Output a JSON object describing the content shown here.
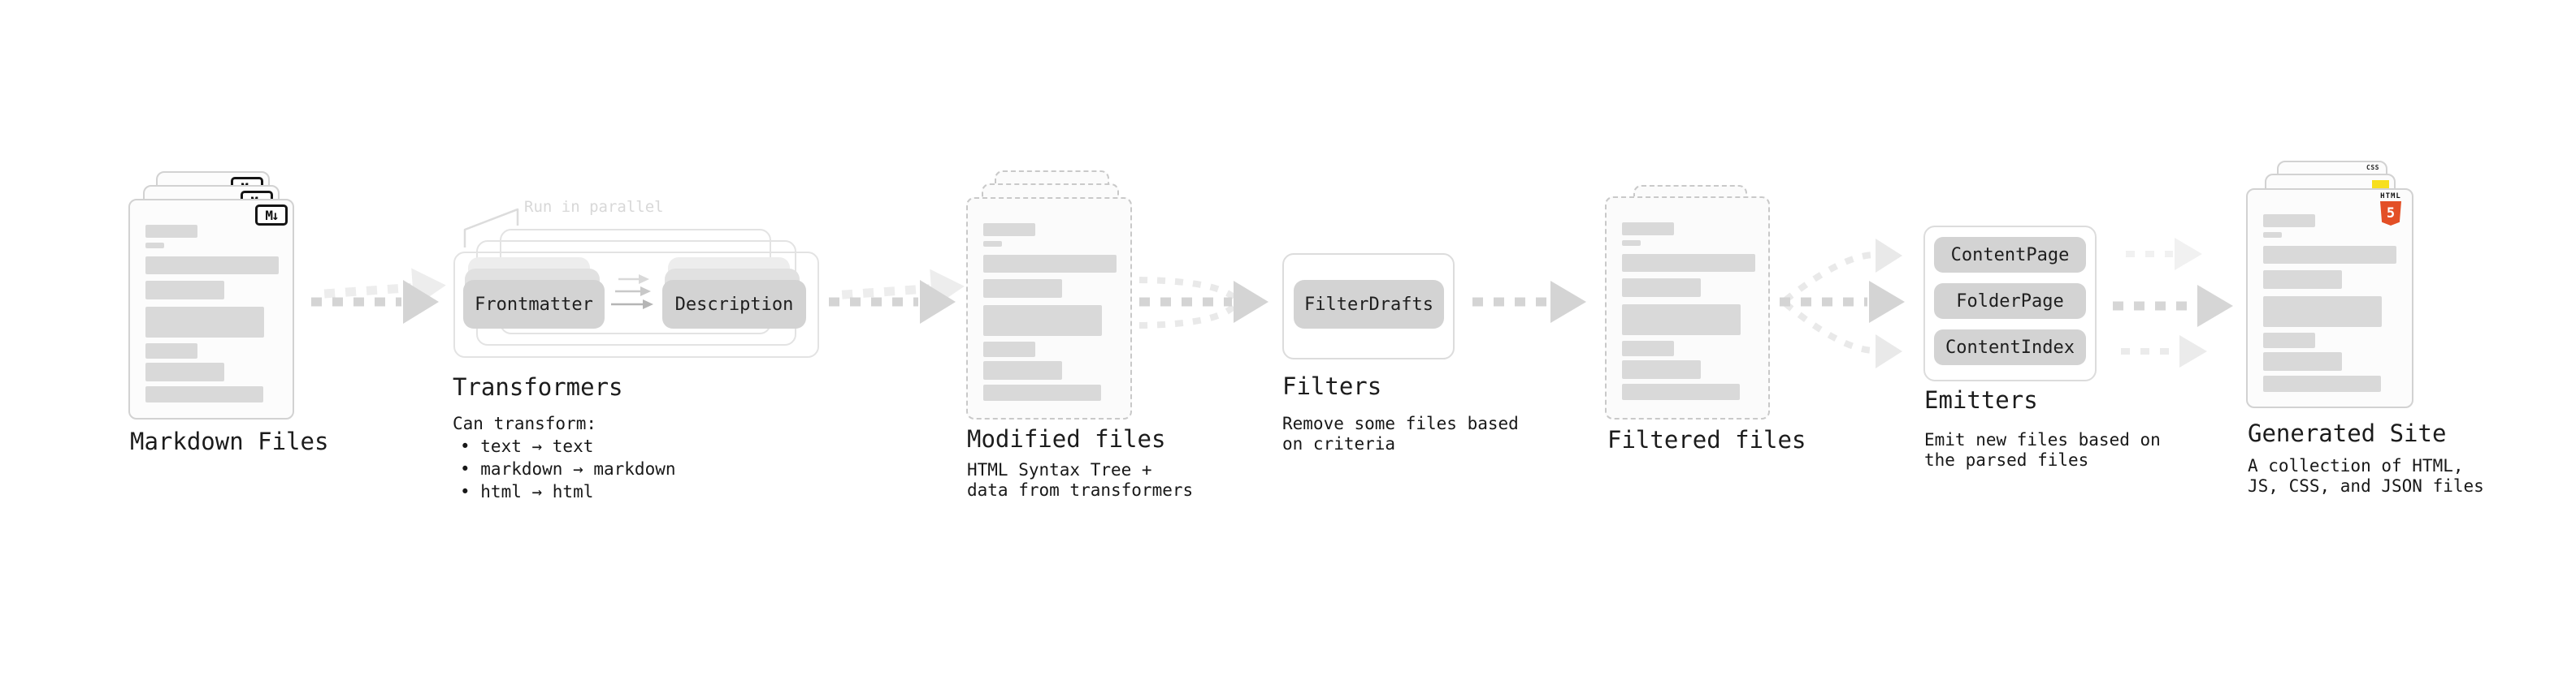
{
  "diagram": {
    "annotation_run_in_parallel": "Run in parallel",
    "stages": [
      {
        "label": "Markdown Files",
        "caption_lines": []
      },
      {
        "label": "Transformers",
        "caption_lines": [
          "Can transform:",
          "• text → text",
          "• markdown → markdown",
          "• html → html"
        ]
      },
      {
        "label": "Modified files",
        "caption_lines": [
          "HTML Syntax Tree +",
          "data from transformers"
        ]
      },
      {
        "label": "Filters",
        "caption_lines": [
          "Remove some files based",
          "on criteria"
        ]
      },
      {
        "label": "Filtered files",
        "caption_lines": []
      },
      {
        "label": "Emitters",
        "caption_lines": [
          "Emit new files based on",
          "the parsed files"
        ]
      },
      {
        "label": "Generated Site",
        "caption_lines": [
          "A collection of HTML,",
          "JS, CSS, and JSON files"
        ]
      }
    ],
    "transformer_pills": [
      "Frontmatter",
      "Description"
    ],
    "filter_pills": [
      "FilterDrafts"
    ],
    "emitter_pills": [
      "ContentPage",
      "FolderPage",
      "ContentIndex"
    ],
    "badges": {
      "markdown": "M↓",
      "html_word": "HTML",
      "html_number": "5",
      "css_word": "CSS"
    },
    "colors": {
      "html5_orange": "#e34f26",
      "js_yellow": "#f7df1e",
      "css_blue": "#2b6fe3",
      "pill_gray": "#d3d3d3",
      "arrow_gray": "#d4d4d4",
      "arrow_light": "#ededed",
      "bar_gray": "#d9d9d9",
      "text": "#1c1c1c",
      "muted_annotation": "#d8d8d8"
    },
    "skeleton_bars": [
      [
        19,
        30,
        64,
        16
      ],
      [
        19,
        52,
        23,
        7
      ],
      [
        19,
        69,
        164,
        22
      ],
      [
        19,
        99,
        97,
        23
      ],
      [
        19,
        131,
        146,
        38
      ],
      [
        19,
        176,
        64,
        19
      ],
      [
        19,
        200,
        97,
        23
      ],
      [
        19,
        229,
        145,
        20
      ]
    ]
  }
}
